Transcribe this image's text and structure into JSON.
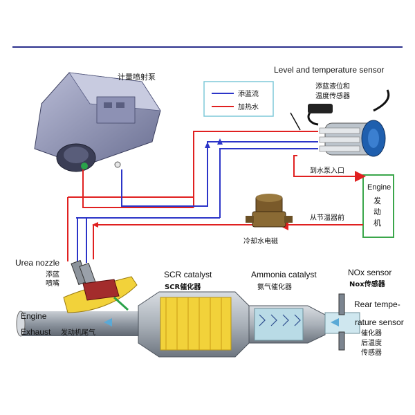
{
  "colors": {
    "urea_line": "#2b34c8",
    "hot_water_line": "#e02020",
    "frame_top_line": "#2a2f8c",
    "engine_box": "#3aa64a",
    "legend_box": "#7ec8d8",
    "catalyst_yellow": "#f2d23a",
    "pipe_gray": "#8e96a0"
  },
  "legend": {
    "urea_flow": "添蓝流",
    "hot_water": "加热水"
  },
  "labels": {
    "metering_pump": "计量喷射泵",
    "level_temp_sensor_en": "Level and temperature sensor",
    "level_temp_sensor_cn_1": "添蓝液位和",
    "level_temp_sensor_cn_2": "温度传感器",
    "to_pump_inlet": "到水泵入口",
    "engine_en": "Engine",
    "engine_cn_1": "发",
    "engine_cn_2": "动",
    "engine_cn_3": "机",
    "from_thermostat": "从节温器前",
    "coolant_valve": "冷却水电磁",
    "urea_nozzle_en": "Urea nozzle",
    "urea_nozzle_cn_1": "添蓝",
    "urea_nozzle_cn_2": "喷嘴",
    "scr_en": "SCR catalyst",
    "scr_cn": "SCR催化器",
    "ammonia_en": "Ammonia catalyst",
    "ammonia_cn": "氨气催化器",
    "nox_en": "NOx sensor",
    "nox_cn": "Nox传感器",
    "rear_temp_en_1": "Rear tempe-",
    "rear_temp_en_2": "rature sensor",
    "rear_temp_cn_1": "催化器",
    "rear_temp_cn_2": "后温度",
    "rear_temp_cn_3": "传感器",
    "engine_exhaust_en_1": "Engine",
    "engine_exhaust_en_2": "Exhaust",
    "engine_exhaust_cn": "发动机尾气"
  }
}
